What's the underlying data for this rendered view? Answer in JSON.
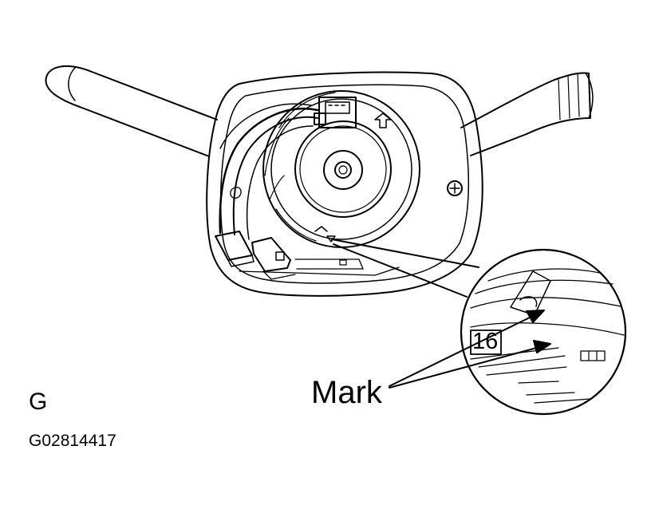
{
  "labels": {
    "mark": "Mark",
    "corner_letter": "G",
    "figure_code": "G02814417",
    "detail_number": "16"
  },
  "colors": {
    "line": "#000000",
    "background": "#ffffff"
  }
}
